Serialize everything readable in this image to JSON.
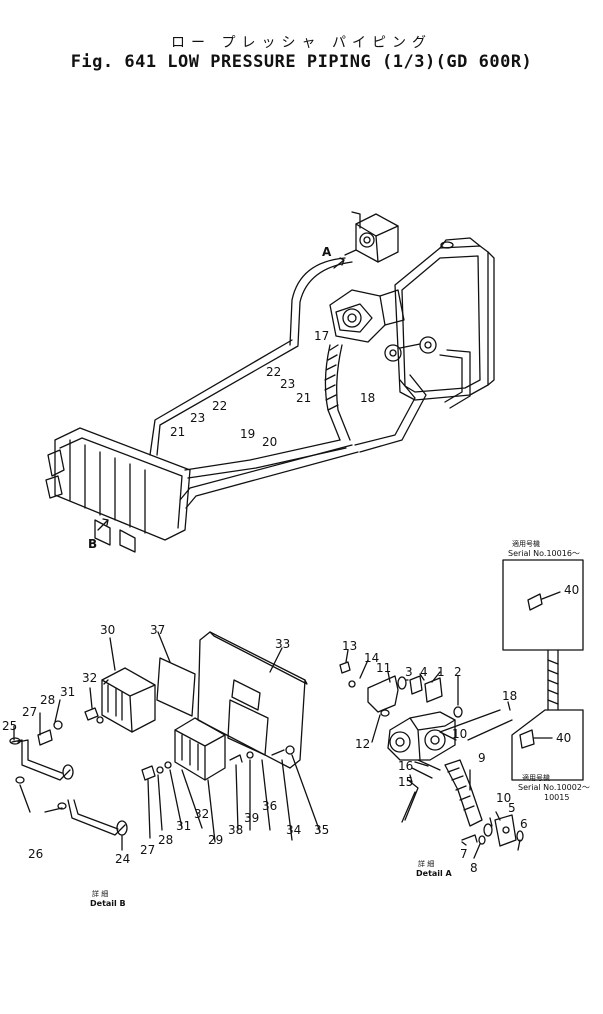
{
  "header": {
    "jp_title": "ロー プレッシャ パイピング",
    "title": "Fig. 641 LOW PRESSURE PIPING (1/3)(GD 600R)"
  },
  "views": {
    "view_a": "A",
    "view_b": "B"
  },
  "details": {
    "detail_a_jp": "詳 細",
    "detail_a": "Detail A",
    "detail_b_jp": "詳 細",
    "detail_b": "Detail B"
  },
  "serial_boxes": {
    "upper": {
      "jp": "適用号機",
      "serial": "Serial No.10016～",
      "part": "40"
    },
    "lower": {
      "jp": "適用号機",
      "serial": "Serial No.10002～",
      "serial_end": "10015",
      "part": "40"
    }
  },
  "callouts": {
    "main": [
      "17",
      "18",
      "19",
      "20",
      "21",
      "21",
      "22",
      "22",
      "23",
      "23"
    ],
    "detail_b": [
      "30",
      "37",
      "33",
      "32",
      "31",
      "28",
      "27",
      "25",
      "26",
      "24",
      "27",
      "28",
      "31",
      "32",
      "29",
      "38",
      "39",
      "36",
      "34",
      "35"
    ],
    "detail_a": [
      "13",
      "14",
      "11",
      "3",
      "4",
      "1",
      "2",
      "12",
      "10",
      "16",
      "15",
      "9",
      "7",
      "8",
      "10",
      "5",
      "6",
      "18"
    ]
  }
}
